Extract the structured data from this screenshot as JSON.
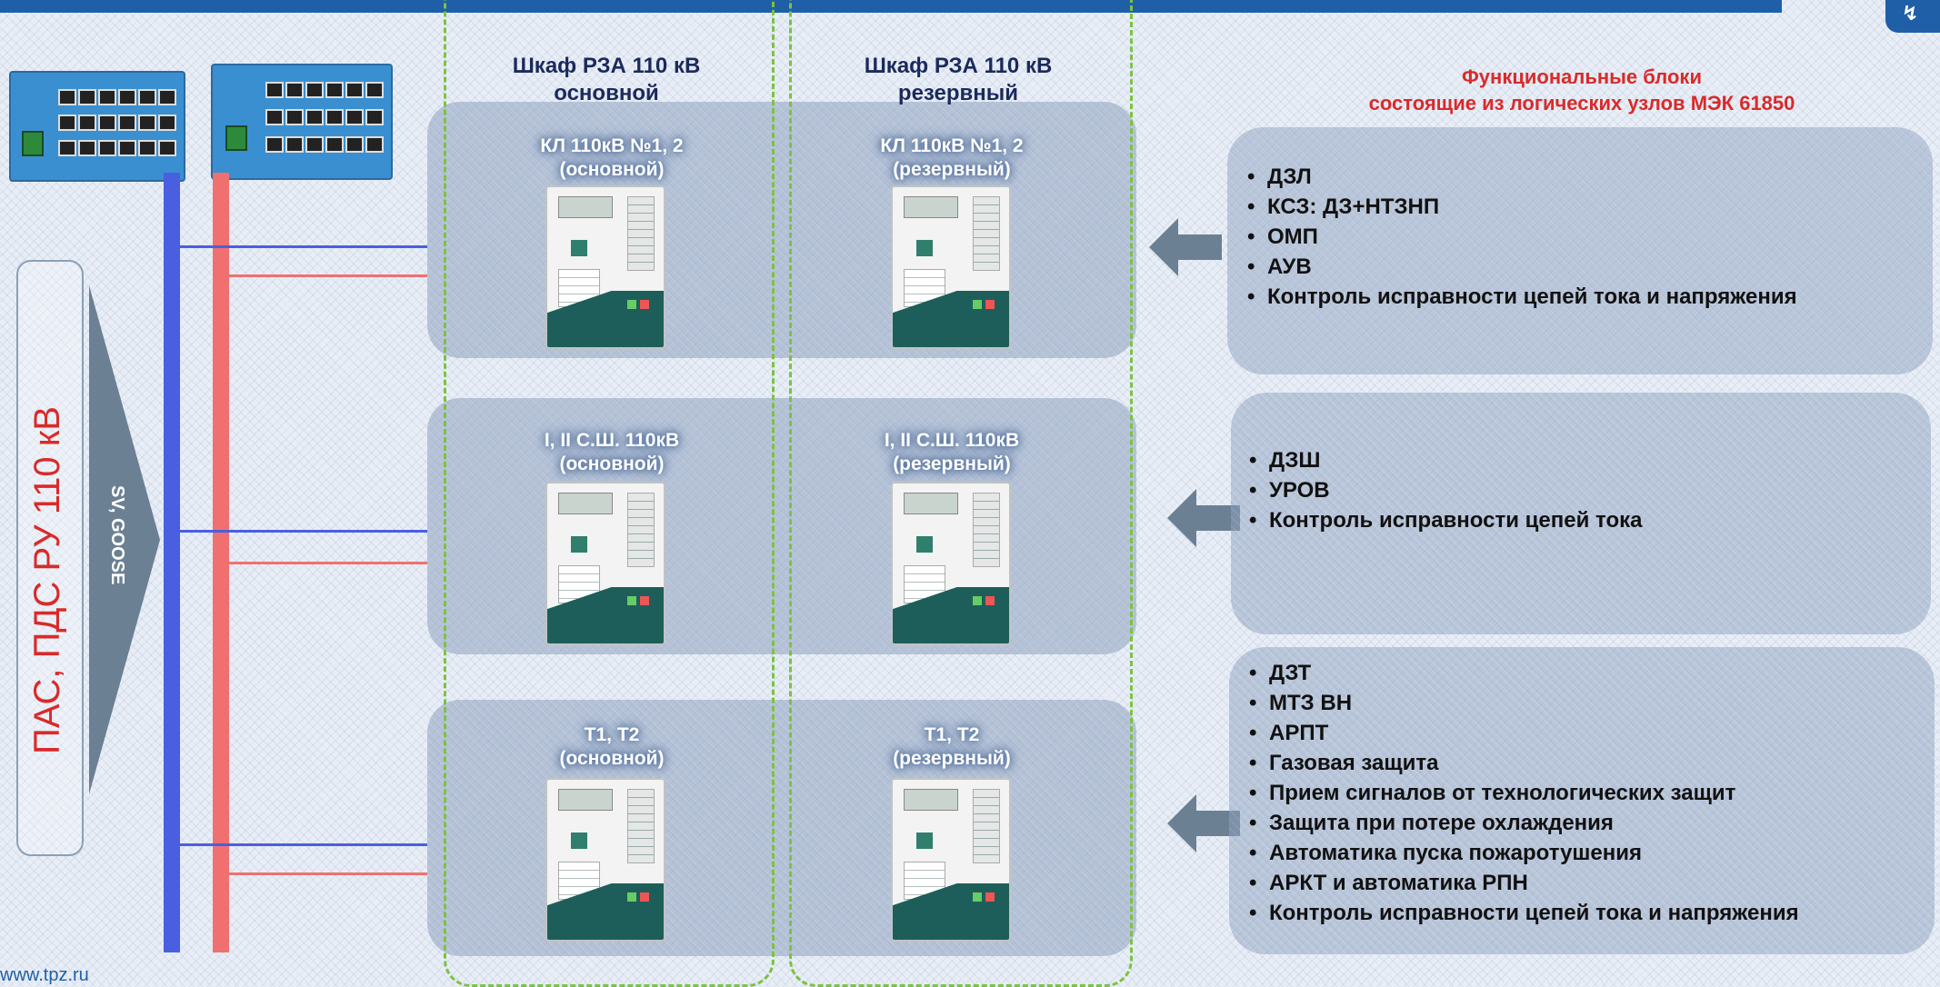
{
  "colors": {
    "accent": "#1f5fa8",
    "bus_primary": "#4a5fe0",
    "bus_reserve": "#f07070",
    "cabinet_border": "#7cc242",
    "title_red": "#d92a2a"
  },
  "left_label": "ПАС, ПДС РУ 110 кВ",
  "arrow_label": "SV, GOOSE",
  "cabinets": [
    {
      "title_line1": "Шкаф РЗА 110 кВ",
      "title_line2": "основной"
    },
    {
      "title_line1": "Шкаф РЗА 110 кВ",
      "title_line2": "резервный"
    }
  ],
  "rows": [
    {
      "primary": {
        "line1": "КЛ 110кВ №1, 2",
        "line2": "(основной)"
      },
      "reserve": {
        "line1": "КЛ 110кВ №1, 2",
        "line2": "(резервный)"
      }
    },
    {
      "primary": {
        "line1": "I, II С.Ш. 110кВ",
        "line2": "(основной)"
      },
      "reserve": {
        "line1": "I, II С.Ш. 110кВ",
        "line2": "(резервный)"
      }
    },
    {
      "primary": {
        "line1": "Т1, Т2",
        "line2": "(основной)"
      },
      "reserve": {
        "line1": "Т1, Т2",
        "line2": "(резервный)"
      }
    }
  ],
  "functional_title": {
    "line1": "Функциональные блоки",
    "line2": "состоящие из логических узлов МЭК 61850"
  },
  "functional_blocks": [
    {
      "items": [
        "ДЗЛ",
        "КСЗ: ДЗ+НТЗНП",
        "ОМП",
        "АУВ",
        "Контроль исправности цепей тока и напряжения"
      ]
    },
    {
      "items": [
        "ДЗШ",
        "УРОВ",
        "Контроль исправности цепей тока"
      ]
    },
    {
      "items": [
        "ДЗТ",
        "МТЗ ВН",
        "АРПТ",
        "Газовая защита",
        "Прием сигналов от технологических защит",
        "Защита при потере охлаждения",
        "Автоматика пуска пожаротушения",
        "АРКТ и автоматика РПН",
        "Контроль исправности цепей тока и напряжения"
      ]
    }
  ],
  "footer_url": "www.tpz.ru",
  "icons": {
    "switch": "network-switch-icon",
    "relay": "relay-terminal-icon",
    "arrow": "left-arrow-icon",
    "logo": "corner-logo-icon"
  }
}
